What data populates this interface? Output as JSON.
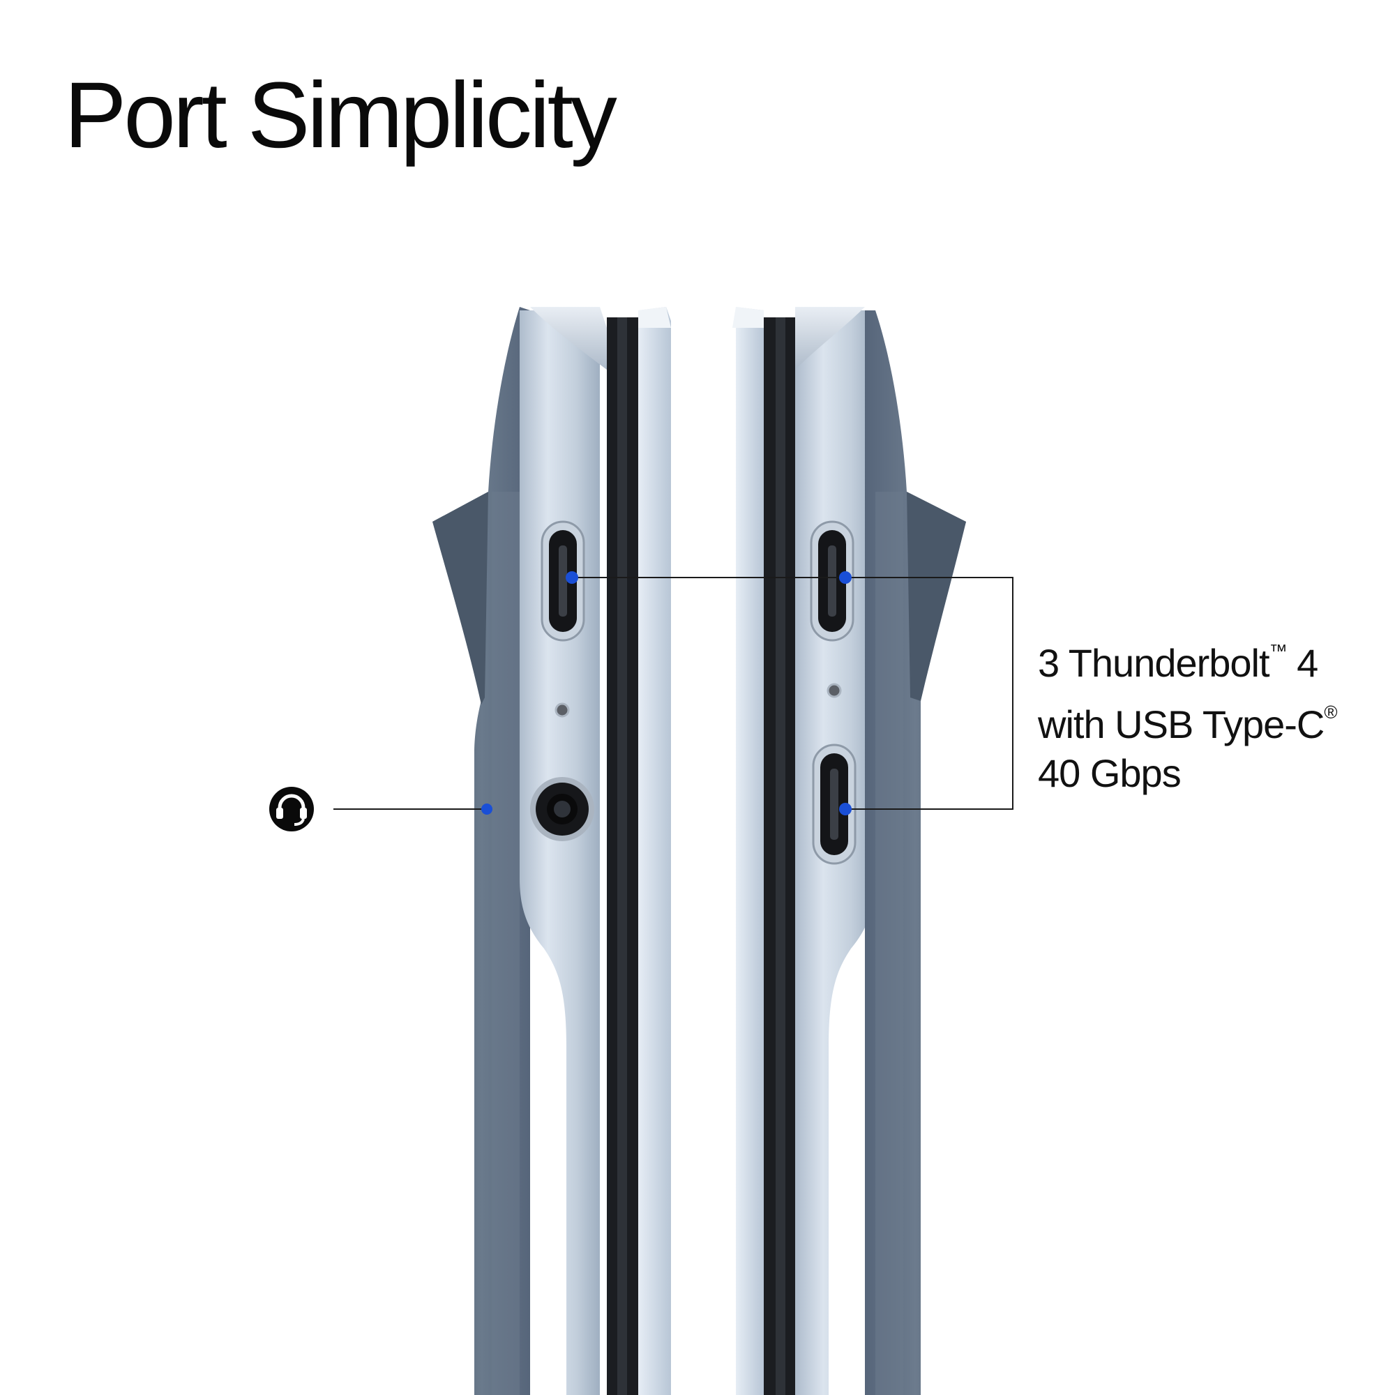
{
  "title": "Port Simplicity",
  "thunderbolt_callout": {
    "line1": "3 Thunderbolt",
    "line1_tm": "™",
    "line1_tail": " 4",
    "line2": "with USB Type-C",
    "line2_reg": "®",
    "line3": "40 Gbps"
  },
  "audio_callout": {
    "icon": "headset-icon"
  },
  "colors": {
    "accent_dot": "#1a4fd6",
    "body_dark": "#5d6c7e",
    "aluminum": "#c5d2e1",
    "line": "#1a1a1a"
  }
}
